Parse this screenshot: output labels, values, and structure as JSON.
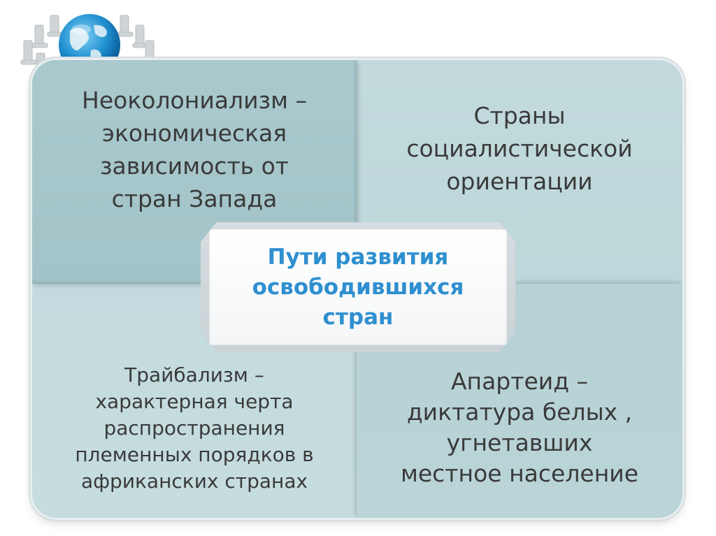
{
  "diagram": {
    "center": "Пути развития\nосвободившихся\nстран",
    "top_left": "Неоколониализм –\nэкономическая\nзависимость от\nстран Запада",
    "top_right": "Страны\nсоциалистической\nориентации",
    "bottom_left": "Трайбализм –\nхарактерная черта\nраспространения\nплеменных порядков в\nафриканских странах",
    "bottom_right": "Апартеид –\nдиктатура белых ,\nугнетавших\nместное население"
  },
  "colors": {
    "center_text": "#2f8fd0",
    "body_text": "#3a3a3a",
    "top_left_fill": "#a9c9cd",
    "top_right_fill": "#c2dadc",
    "bottom_left_fill": "#c3dbde",
    "bottom_right_fill": "#b6d2d5"
  },
  "icons": {
    "logo": "globe-with-chairs-icon"
  }
}
